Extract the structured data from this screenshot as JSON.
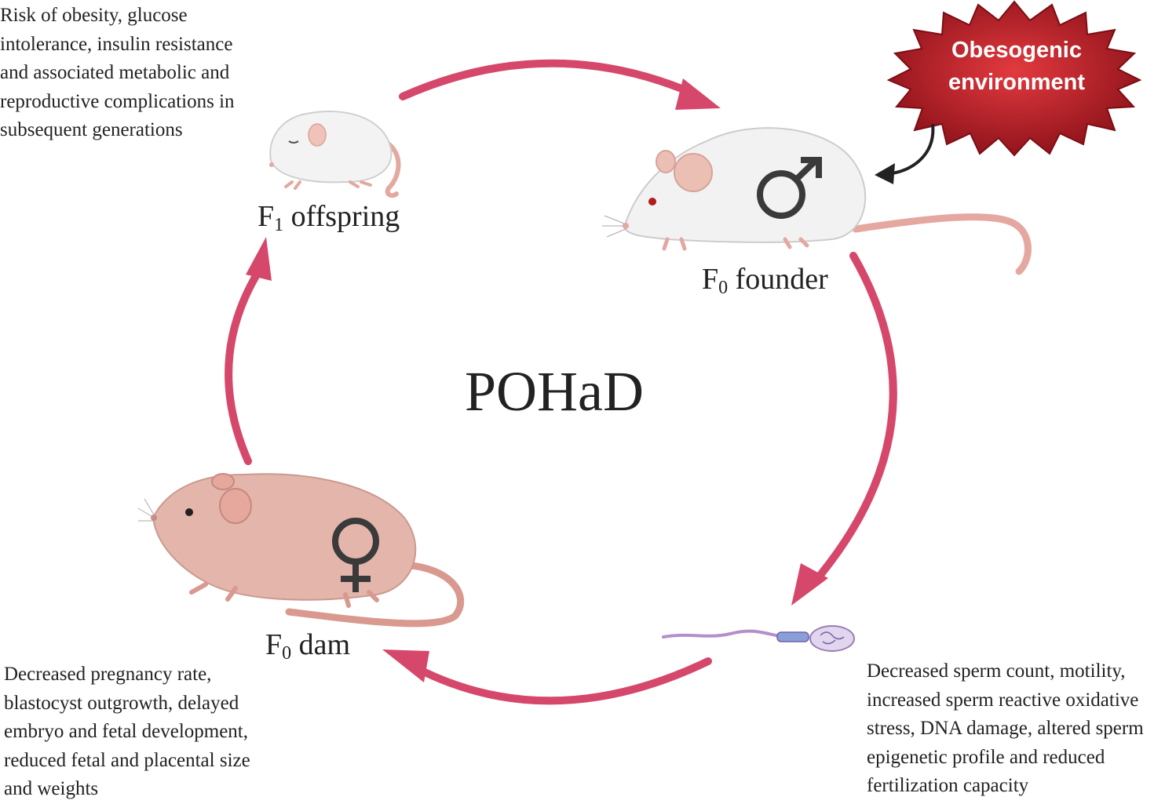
{
  "title": "POHaD",
  "environment": {
    "line1": "Obesogenic",
    "line2": "environment"
  },
  "labels": {
    "f1": {
      "main": "F",
      "sub": "1",
      "rest": " offspring"
    },
    "f0_founder": {
      "main": "F",
      "sub": "0",
      "rest": " founder"
    },
    "f0_dam": {
      "main": "F",
      "sub": "0",
      "rest": " dam"
    }
  },
  "notes": {
    "offspring": [
      "Risk of obesity, glucose",
      "intolerance, insulin resistance",
      "and associated metabolic and",
      "reproductive complications in",
      "subsequent generations"
    ],
    "dam": [
      "Decreased pregnancy rate,",
      "blastocyst outgrowth, delayed",
      "embryo and fetal development,",
      "reduced fetal and placental size",
      "and weights"
    ],
    "sperm": [
      "Decreased sperm count, motility,",
      "increased sperm reactive oxidative",
      "stress, DNA damage, altered sperm",
      "epigenetic profile and reduced",
      "fertilization capacity"
    ]
  },
  "colors": {
    "cycle_arrow": "#d5486b",
    "env_burst": "#a3171f",
    "env_arrow": "#222222",
    "mouse_white": "#f2f2f2",
    "mouse_pink": "#e4b5aa",
    "sperm": "#b390c9"
  },
  "icons": [
    "male-symbol-icon",
    "female-symbol-icon",
    "mouse-illustration",
    "sperm-illustration",
    "starburst-icon"
  ]
}
